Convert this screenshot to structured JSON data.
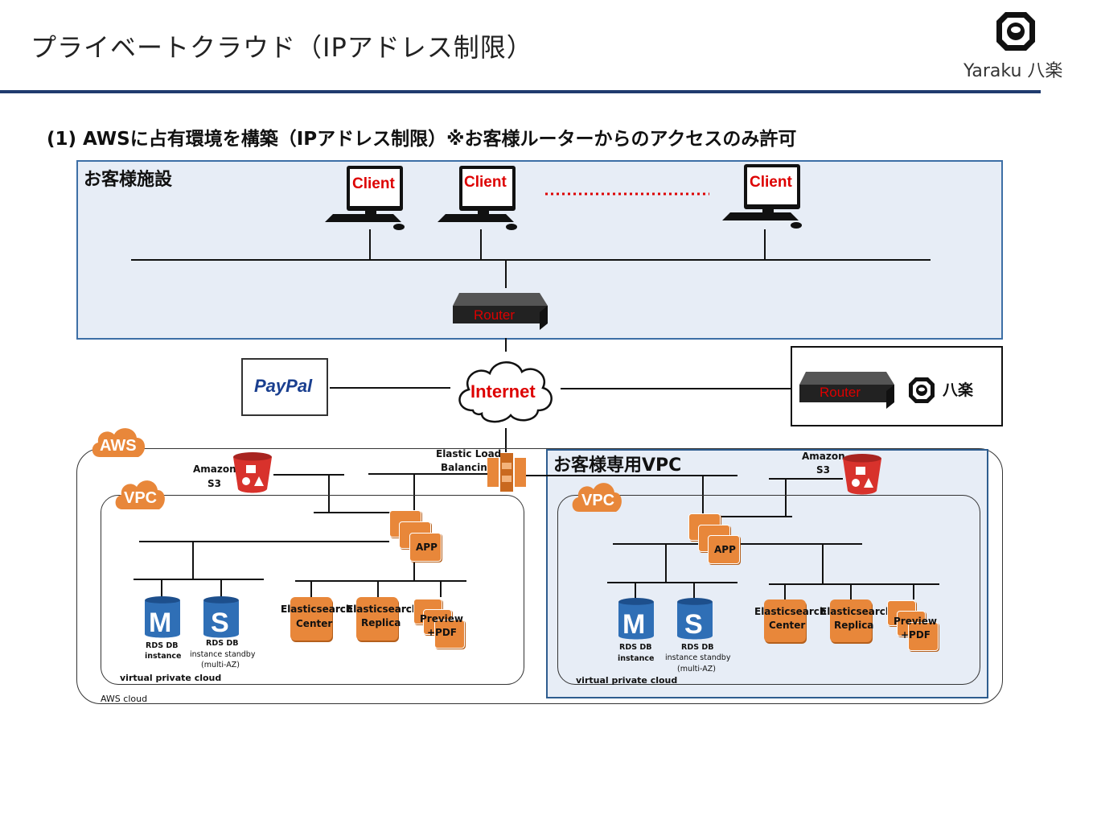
{
  "header": {
    "title": "プライベートクラウド（IPアドレス制限）",
    "logo_text": "Yaraku 八楽",
    "logo_icon": "yaraku-logo-icon"
  },
  "subtitle": "(1) AWSに占有環境を構築（IPアドレス制限）※お客様ルーターからのアクセスのみ許可",
  "customer_site": {
    "label": "お客様施設",
    "clients": [
      "Client",
      "Client",
      "Client"
    ],
    "router_label": "Router"
  },
  "internet_label": "Internet",
  "paypal_label": "PayPal",
  "yaraku_site": {
    "router_label": "Router",
    "name": "八楽"
  },
  "aws": {
    "badge": "AWS",
    "cloud_label": "AWS cloud",
    "elb_label_1": "Elastic Load",
    "elb_label_2": "Balancing",
    "shared": {
      "s3_label_1": "Amazon",
      "s3_label_2": "S3",
      "vpc_badge": "VPC",
      "app_label": "APP",
      "rds_instance_1": "RDS DB",
      "rds_instance_2": "instance",
      "rds_standby_1": "RDS DB",
      "rds_standby_2": "instance standby",
      "rds_standby_3": "(multi-AZ)",
      "es_top_1": "Elasticsearch",
      "es_top_2": "Elasticsearch",
      "es_center": "Center",
      "es_replica": "Replica",
      "preview_1": "Preview",
      "preview_2": "+PDF",
      "vpc_label": "virtual private cloud"
    },
    "dedicated": {
      "label": "お客様専用VPC",
      "s3_label_1": "Amazon",
      "s3_label_2": "S3",
      "vpc_badge": "VPC",
      "app_label": "APP",
      "rds_instance_1": "RDS DB",
      "rds_instance_2": "instance",
      "rds_standby_1": "RDS DB",
      "rds_standby_2": "instance standby",
      "rds_standby_3": "(multi-AZ)",
      "es_top_1": "Elasticsearch",
      "es_top_2": "Elasticsearch",
      "es_center": "Center",
      "es_replica": "Replica",
      "preview_1": "Preview",
      "preview_2": "+PDF",
      "vpc_label": "virtual private cloud"
    }
  },
  "colors": {
    "accent_navy": "#1f3b6e",
    "box_fill": "#e7edf6",
    "aws_orange": "#e8873a",
    "s3_red": "#d8322c",
    "rds_blue": "#2f6fb6",
    "client_red": "#dd0000"
  }
}
